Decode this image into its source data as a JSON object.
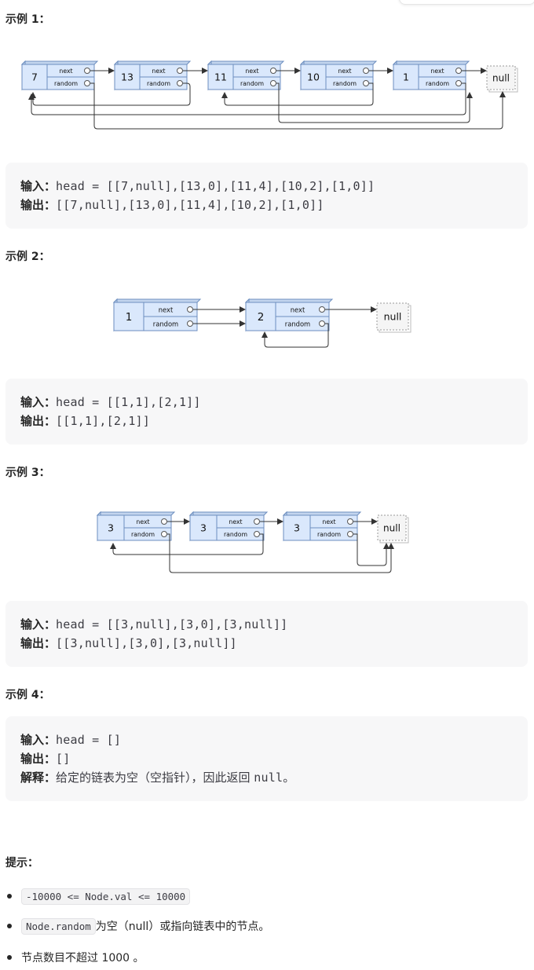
{
  "examples": [
    {
      "heading": "示例 1：",
      "nodes": [
        "7",
        "13",
        "11",
        "10",
        "1"
      ],
      "field_next": "next",
      "field_random": "random",
      "null_label": "null",
      "input_label": "输入：",
      "input_code": "head = [[7,null],[13,0],[11,4],[10,2],[1,0]]",
      "output_label": "输出：",
      "output_code": "[[7,null],[13,0],[11,4],[10,2],[1,0]]"
    },
    {
      "heading": "示例 2：",
      "nodes": [
        "1",
        "2"
      ],
      "field_next": "next",
      "field_random": "random",
      "null_label": "null",
      "input_label": "输入：",
      "input_code": "head = [[1,1],[2,1]]",
      "output_label": "输出：",
      "output_code": "[[1,1],[2,1]]"
    },
    {
      "heading": "示例 3：",
      "nodes": [
        "3",
        "3",
        "3"
      ],
      "field_next": "next",
      "field_random": "random",
      "null_label": "null",
      "input_label": "输入：",
      "input_code": "head = [[3,null],[3,0],[3,null]]",
      "output_label": "输出：",
      "output_code": "[[3,null],[3,0],[3,null]]"
    },
    {
      "heading": "示例 4：",
      "input_label": "输入：",
      "input_code": "head = []",
      "output_label": "输出：",
      "output_code": "[]",
      "explain_label": "解释：",
      "explain_text_1": "给定的链表为空（空指针），因此返回 ",
      "explain_code": "null",
      "explain_text_2": "。"
    }
  ],
  "hints": {
    "heading": "提示：",
    "items": [
      {
        "code": "-10000 <= Node.val <= 10000",
        "text": ""
      },
      {
        "code": "Node.random",
        "text": " 为空（null）或指向链表中的节点。"
      },
      {
        "code": "",
        "text": "节点数目不超过 1000 。"
      }
    ]
  },
  "colors": {
    "node_fill": "#dae8fc",
    "node_side": "#c3d5ee",
    "node_stroke": "#6c8ebf",
    "null_fill": "#f5f5f5",
    "null_stroke": "#999999",
    "arrow": "#333333",
    "code_bg": "#f7f7f8"
  }
}
